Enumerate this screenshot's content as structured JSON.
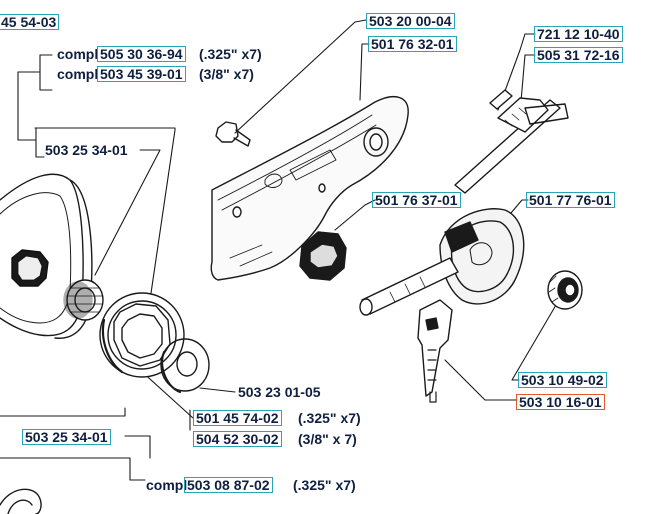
{
  "callouts": {
    "p1": "45 54-03",
    "p2_prefix": "compl",
    "p2": "505 30 36-94",
    "p2_suffix": "(.325\" x7)",
    "p3_prefix": "compl",
    "p3": "503 45 39-01",
    "p3_suffix": "(3/8\" x7)",
    "p4": "503 25 34-01",
    "p5": "503 20 00-04",
    "p6": "501 76 32-01",
    "p7": "721 12 10-40",
    "p8": "505 31 72-16",
    "p9": "501 76 37-01",
    "p10": "501 77 76-01",
    "p11": "503 23 01-05",
    "p12": "501 45 74-02",
    "p12_suffix": "(.325\" x7)",
    "p13": "504 52 30-02",
    "p13_suffix": "(3/8\" x 7)",
    "p14": "503 25 34-01",
    "p15_prefix": "compl",
    "p15": "503 08 87-02",
    "p15_suffix": "(.325\" x7)",
    "p16": "503 10 49-02",
    "p17": "503 10 16-01"
  },
  "colors": {
    "ink": "#0f1f40",
    "box_border": "#2aa5b8",
    "highlight_border": "#e05a2a"
  }
}
